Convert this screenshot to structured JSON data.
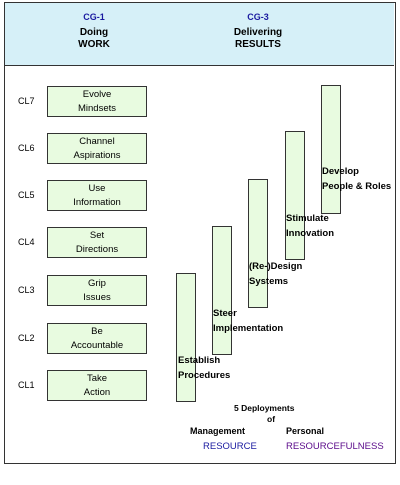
{
  "header": {
    "cg1": {
      "code": "CG-1",
      "line1": "Doing",
      "line2": "WORK"
    },
    "cg3": {
      "code": "CG-3",
      "line1": "Delivering",
      "line2": "RESULTS"
    }
  },
  "levels": [
    {
      "label": "CL7",
      "text": "Evolve\nMindsets"
    },
    {
      "label": "CL6",
      "text": "Channel\nAspirations"
    },
    {
      "label": "CL5",
      "text": "Use\nInformation"
    },
    {
      "label": "CL4",
      "text": "Set\nDirections"
    },
    {
      "label": "CL3",
      "text": "Grip\nIssues"
    },
    {
      "label": "CL2",
      "text": "Be\nAccountable"
    },
    {
      "label": "CL1",
      "text": "Take\nAction"
    }
  ],
  "deployments": [
    {
      "text": "Establish\nProcedures"
    },
    {
      "text": "Steer\nImplementation"
    },
    {
      "text": "(Re-)Design\nSystems"
    },
    {
      "text": "Stimulate\nInnovation"
    },
    {
      "text": "Develop\nPeople & Roles"
    }
  ],
  "footer": {
    "deploy_line1": "5 Deployments",
    "deploy_line2": "of",
    "management": "Management",
    "management_sub": "RESOURCE",
    "personal": "Personal",
    "personal_sub": "RESOURCEFULNESS"
  },
  "colors": {
    "box_fill": "#e8fbe0",
    "header_fill": "#d6f0f8",
    "cg_code": "#1a1aa0",
    "resource": "#1a1aa0",
    "resourcefulness": "#5a0a8a"
  }
}
